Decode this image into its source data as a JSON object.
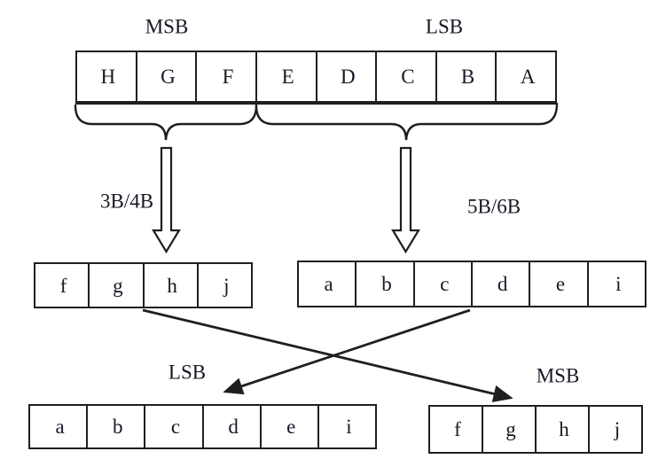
{
  "figure": {
    "background": "#ffffff",
    "line_color": "#1f1f1f",
    "text_color": "#181825"
  },
  "labels": {
    "msb_top": "MSB",
    "lsb_top": "LSB",
    "encoder_left": "3B/4B",
    "encoder_right": "5B/6B",
    "lsb_out": "LSB",
    "msb_out": "MSB"
  },
  "rows": {
    "input": {
      "cells": [
        "H",
        "G",
        "F",
        "E",
        "D",
        "C",
        "B",
        "A"
      ]
    },
    "encoded_msb": {
      "cells": [
        "f",
        "g",
        "h",
        "j"
      ]
    },
    "encoded_lsb": {
      "cells": [
        "a",
        "b",
        "c",
        "d",
        "e",
        "i"
      ]
    },
    "output_lsb": {
      "cells": [
        "a",
        "b",
        "c",
        "d",
        "e",
        "i"
      ]
    },
    "output_msb": {
      "cells": [
        "f",
        "g",
        "h",
        "j"
      ]
    }
  }
}
